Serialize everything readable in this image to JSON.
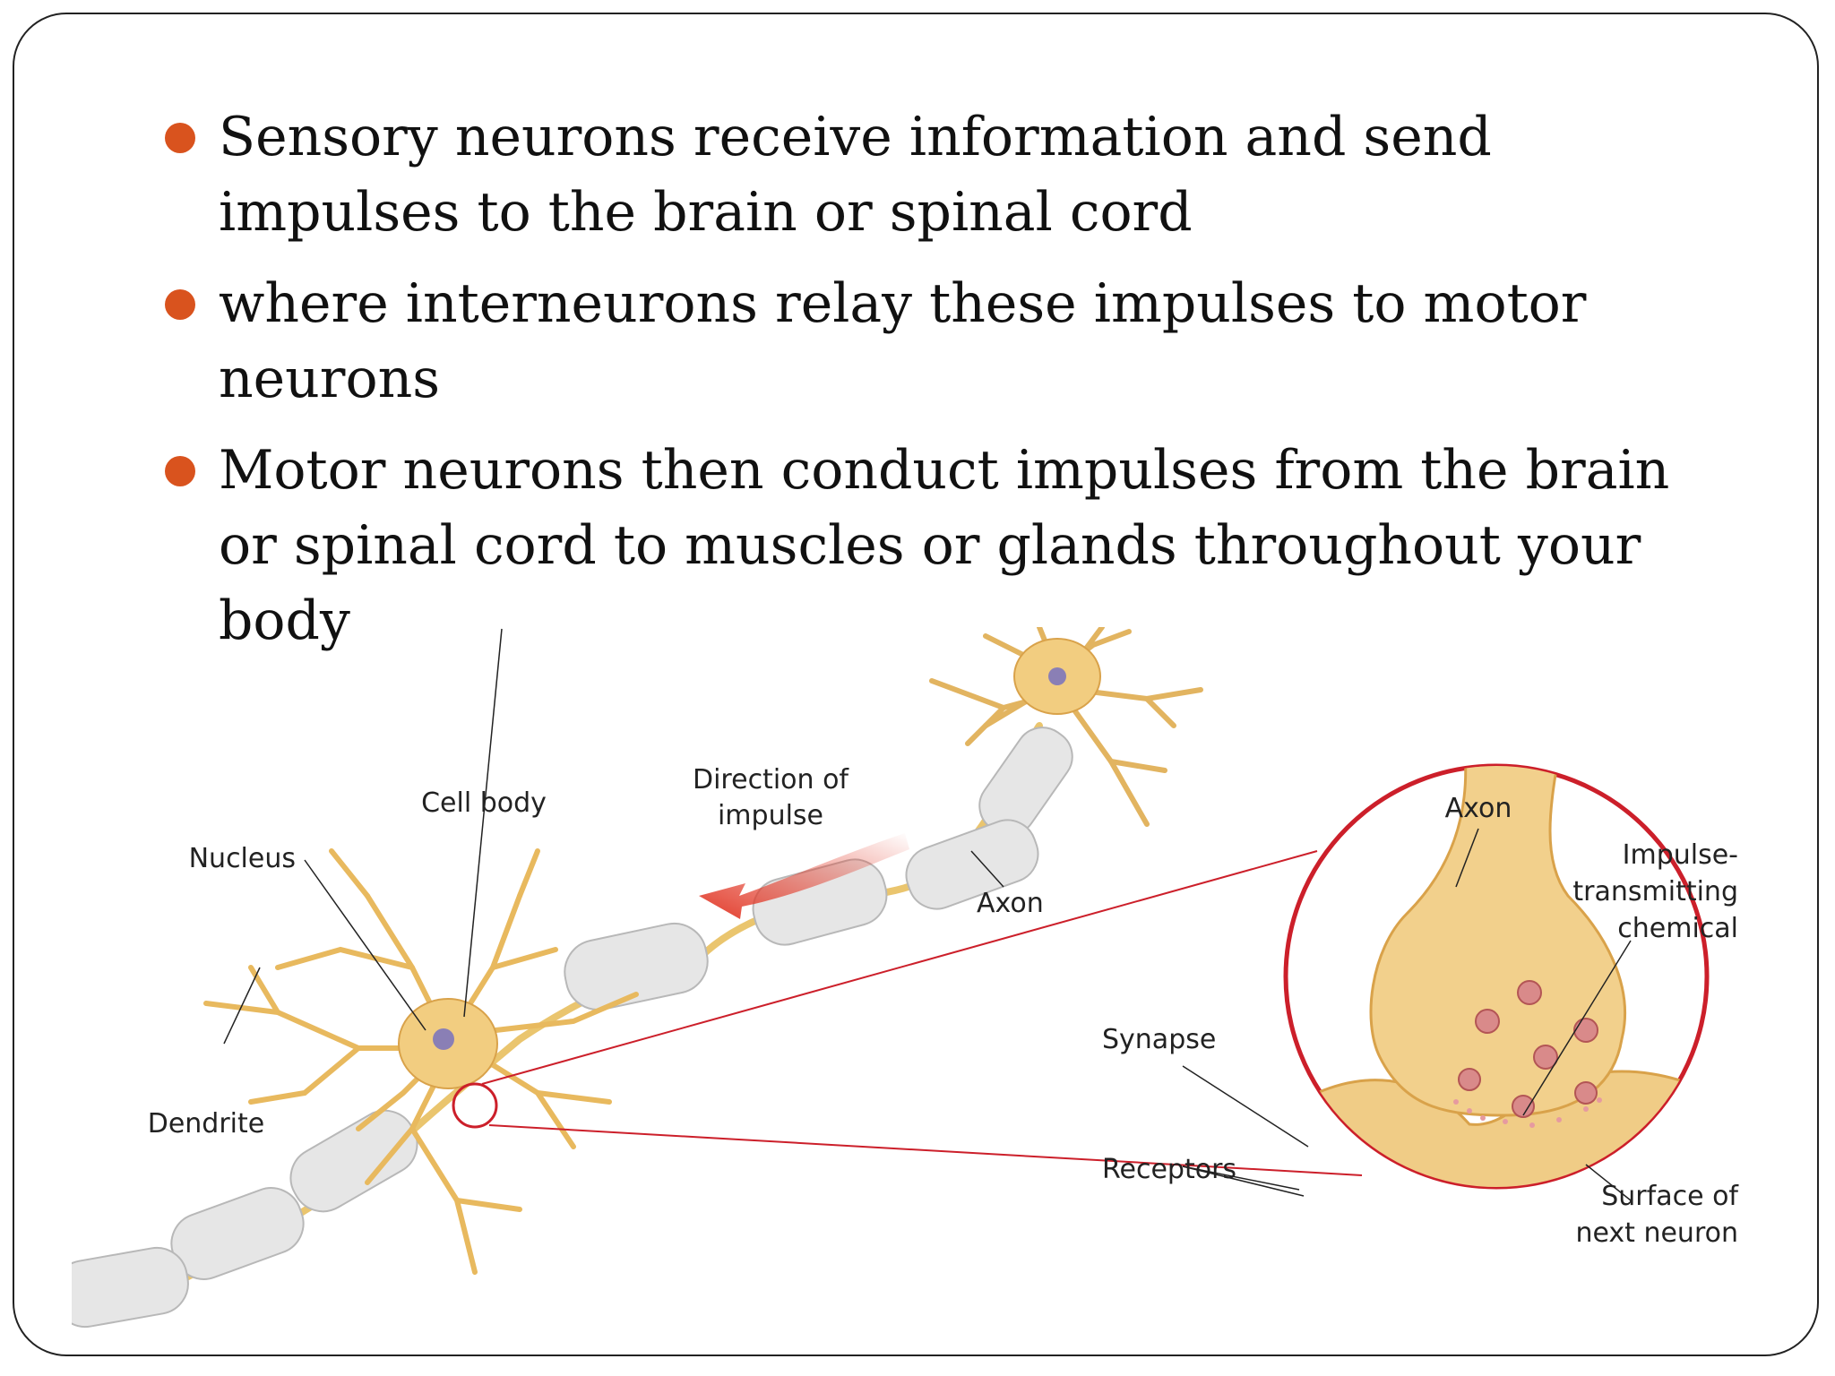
{
  "bullets": [
    "Sensory neurons receive information and send impulses to the brain or spinal cord",
    "where interneurons relay these impulses to motor neurons",
    "Motor neurons then conduct impulses from the brain or spinal cord to muscles or glands throughout your body"
  ],
  "diagram": {
    "labels": {
      "direction_line1": "Direction of",
      "direction_line2": "impulse",
      "cell_body": "Cell body",
      "nucleus": "Nucleus",
      "axon_main": "Axon",
      "dendrite": "Dendrite",
      "axon_zoom": "Axon",
      "impulse_line1": "Impulse-",
      "impulse_line2": "transmitting",
      "impulse_line3": "chemical",
      "synapse": "Synapse",
      "receptors": "Receptors",
      "surface_line1": "Surface of",
      "surface_line2": "next neuron"
    }
  },
  "colors": {
    "bullet": "#d9531e",
    "neuron": "#f0c978",
    "neuron_stroke": "#d9a24a",
    "myelin": "#e6e6e6",
    "arrow": "#e23b2a",
    "zoom_circle": "#cc1f2a"
  }
}
